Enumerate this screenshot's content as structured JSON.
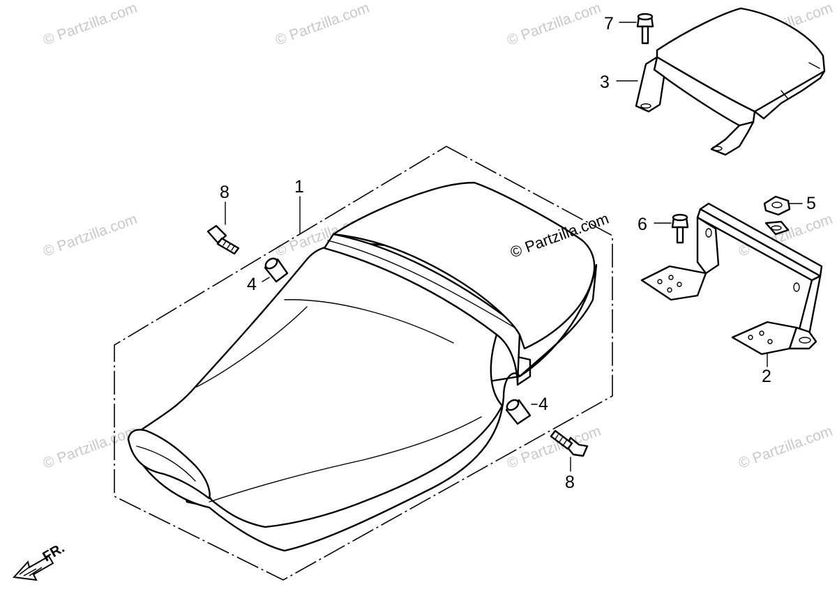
{
  "watermark": {
    "text": "© Partzilla.com"
  },
  "callouts": {
    "seat": "1",
    "seat_bracket": "2",
    "rear_cowl": "3",
    "collar_upper": "4",
    "collar_lower": "4",
    "nut": "5",
    "bolt_bracket": "6",
    "bolt_cowl": "7",
    "bolt_upper": "8",
    "bolt_lower": "8"
  },
  "direction": {
    "label": "FR."
  },
  "colors": {
    "line": "#000000",
    "background": "#ffffff",
    "watermark": "#c8c8c8"
  }
}
